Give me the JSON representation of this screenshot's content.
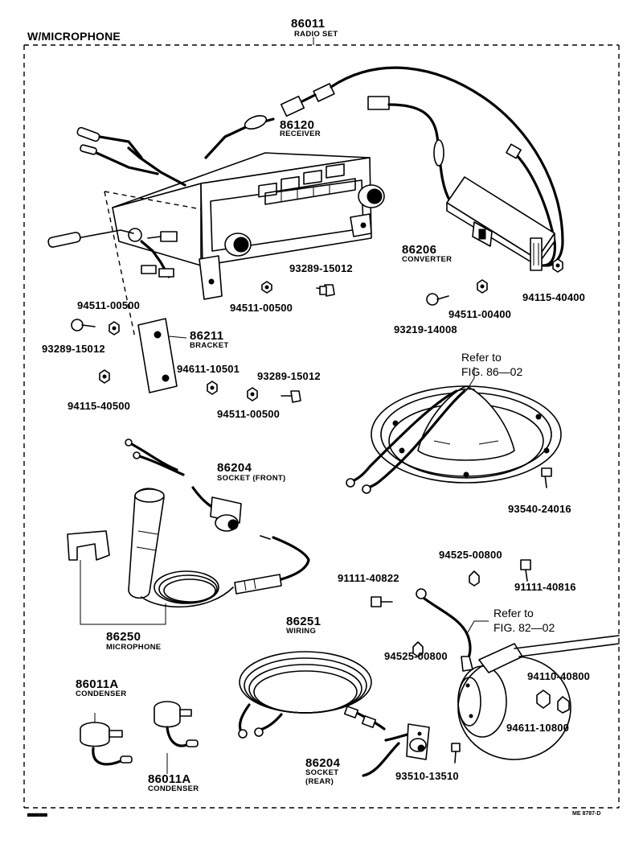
{
  "header": {
    "title": "W/MICROPHONE",
    "radio_set_number": "86011",
    "radio_set_caption": "RADIO SET"
  },
  "components": {
    "receiver": {
      "number": "86120",
      "caption": "RECEIVER"
    },
    "converter": {
      "number": "86206",
      "caption": "CONVERTER"
    },
    "bracket": {
      "number": "86211",
      "caption": "BRACKET"
    },
    "socket_front": {
      "number": "86204",
      "caption": "SOCKET (FRONT)"
    },
    "microphone": {
      "number": "86250",
      "caption": "MICROPHONE"
    },
    "wiring": {
      "number": "86251",
      "caption": "WIRING"
    },
    "condenser_1": {
      "number": "86011A",
      "caption": "CONDENSER"
    },
    "condenser_2": {
      "number": "86011A",
      "caption": "CONDENSER"
    },
    "socket_rear": {
      "number": "86204",
      "caption_line1": "SOCKET",
      "caption_line2": "(REAR)"
    }
  },
  "fasteners": {
    "p93289_a": "93289-15012",
    "p94511_a": "94511-00500",
    "p94511_b": "94511-00500",
    "p93289_b": "93289-15012",
    "p94115_a": "94115-40500",
    "p94611_a": "94611-10501",
    "p93289_c": "93289-15012",
    "p94511_c": "94511-00500",
    "p94511_d": "94511-00400",
    "p93219": "93219-14008",
    "p94115_b": "94115-40400",
    "p93540": "93540-24016",
    "p94525_a": "94525-00800",
    "p91111_a": "91111-40822",
    "p91111_b": "91111-40816",
    "p94525_b": "94525-00800",
    "p94110": "94110-40800",
    "p94611_b": "94611-10800",
    "p93510": "93510-13510"
  },
  "references": {
    "ref1_line1": "Refer to",
    "ref1_line2": "FIG. 86—02",
    "ref2_line1": "Refer to",
    "ref2_line2": "FIG. 82—02"
  },
  "footer": {
    "left_mark": "▄▄▄▄▄",
    "code": "ME 8787-D"
  }
}
